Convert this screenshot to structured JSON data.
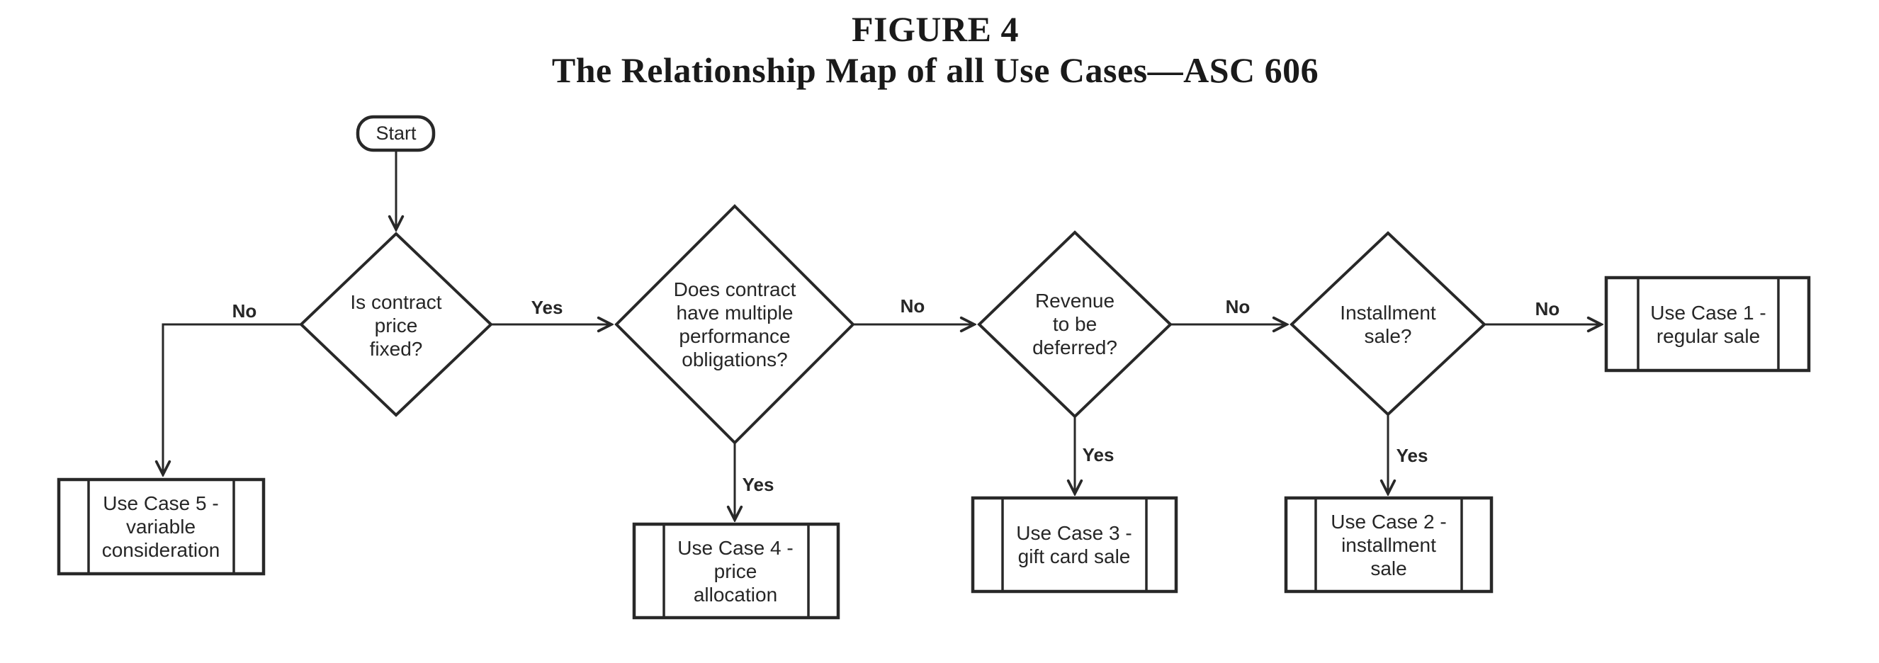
{
  "figure": {
    "title": "FIGURE 4",
    "subtitle": "The Relationship Map of all Use Cases—ASC 606"
  },
  "flowchart": {
    "start": {
      "label": "Start"
    },
    "decisions": [
      {
        "question": "Is contract\nprice\nfixed?",
        "yes_label": "Yes",
        "no_label": "No"
      },
      {
        "question": "Does contract\nhave multiple\nperformance\nobligations?",
        "yes_label": "Yes",
        "no_label": "No"
      },
      {
        "question": "Revenue\nto be\ndeferred?",
        "yes_label": "Yes",
        "no_label": "No"
      },
      {
        "question": "Installment\nsale?",
        "yes_label": "Yes",
        "no_label": "No"
      }
    ],
    "use_cases": [
      {
        "label": "Use Case 1 -\nregular sale"
      },
      {
        "label": "Use Case 2 -\ninstallment\nsale"
      },
      {
        "label": "Use Case 3 -\ngift card sale"
      },
      {
        "label": "Use Case 4 -\nprice\nallocation"
      },
      {
        "label": "Use Case 5 -\nvariable\nconsideration"
      }
    ]
  },
  "colors": {
    "ink": "#282828",
    "background": "#ffffff"
  }
}
